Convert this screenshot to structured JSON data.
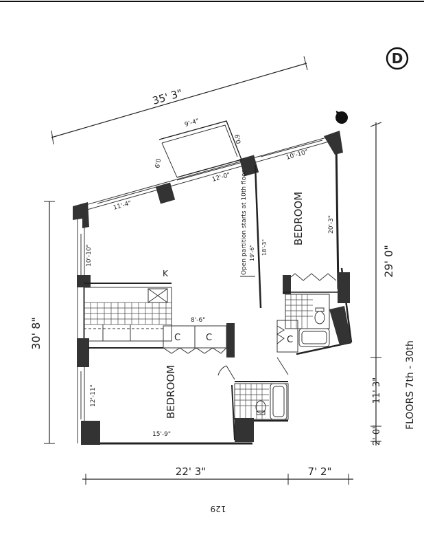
{
  "unit_letter": "D",
  "floors_label": "FLOORS  7th - 30th",
  "page_number": "129",
  "overall_dims": {
    "top": "35' 3\"",
    "left": "30' 8\"",
    "right": "29' 0\"",
    "right_seg_a": "11' 3\"",
    "right_seg_b": "2' 0\"",
    "bottom_a": "22' 3\"",
    "bottom_b": "7' 2\""
  },
  "balcony": {
    "width": "9'-4\"",
    "depth_left": "6'0",
    "depth_right": "6'0",
    "opening": "12'-0\""
  },
  "living": {
    "window": "11'-4\"",
    "side_window": "10'-10\"",
    "kitchen_label": "K"
  },
  "partition_note": "Open partition starts at 10th floor",
  "partition_dims": {
    "a": "19'-6\"",
    "b": "18'-3\""
  },
  "bedroom_right": {
    "label": "BEDROOM",
    "width": "10'-10\"",
    "length": "20'-3\""
  },
  "bedroom_left": {
    "label": "BEDROOM",
    "width": "12'-11\"",
    "length": "15'-9\""
  },
  "closets": {
    "c1": "C",
    "c2": "C",
    "c3": "C",
    "dim": "8'-6\""
  }
}
